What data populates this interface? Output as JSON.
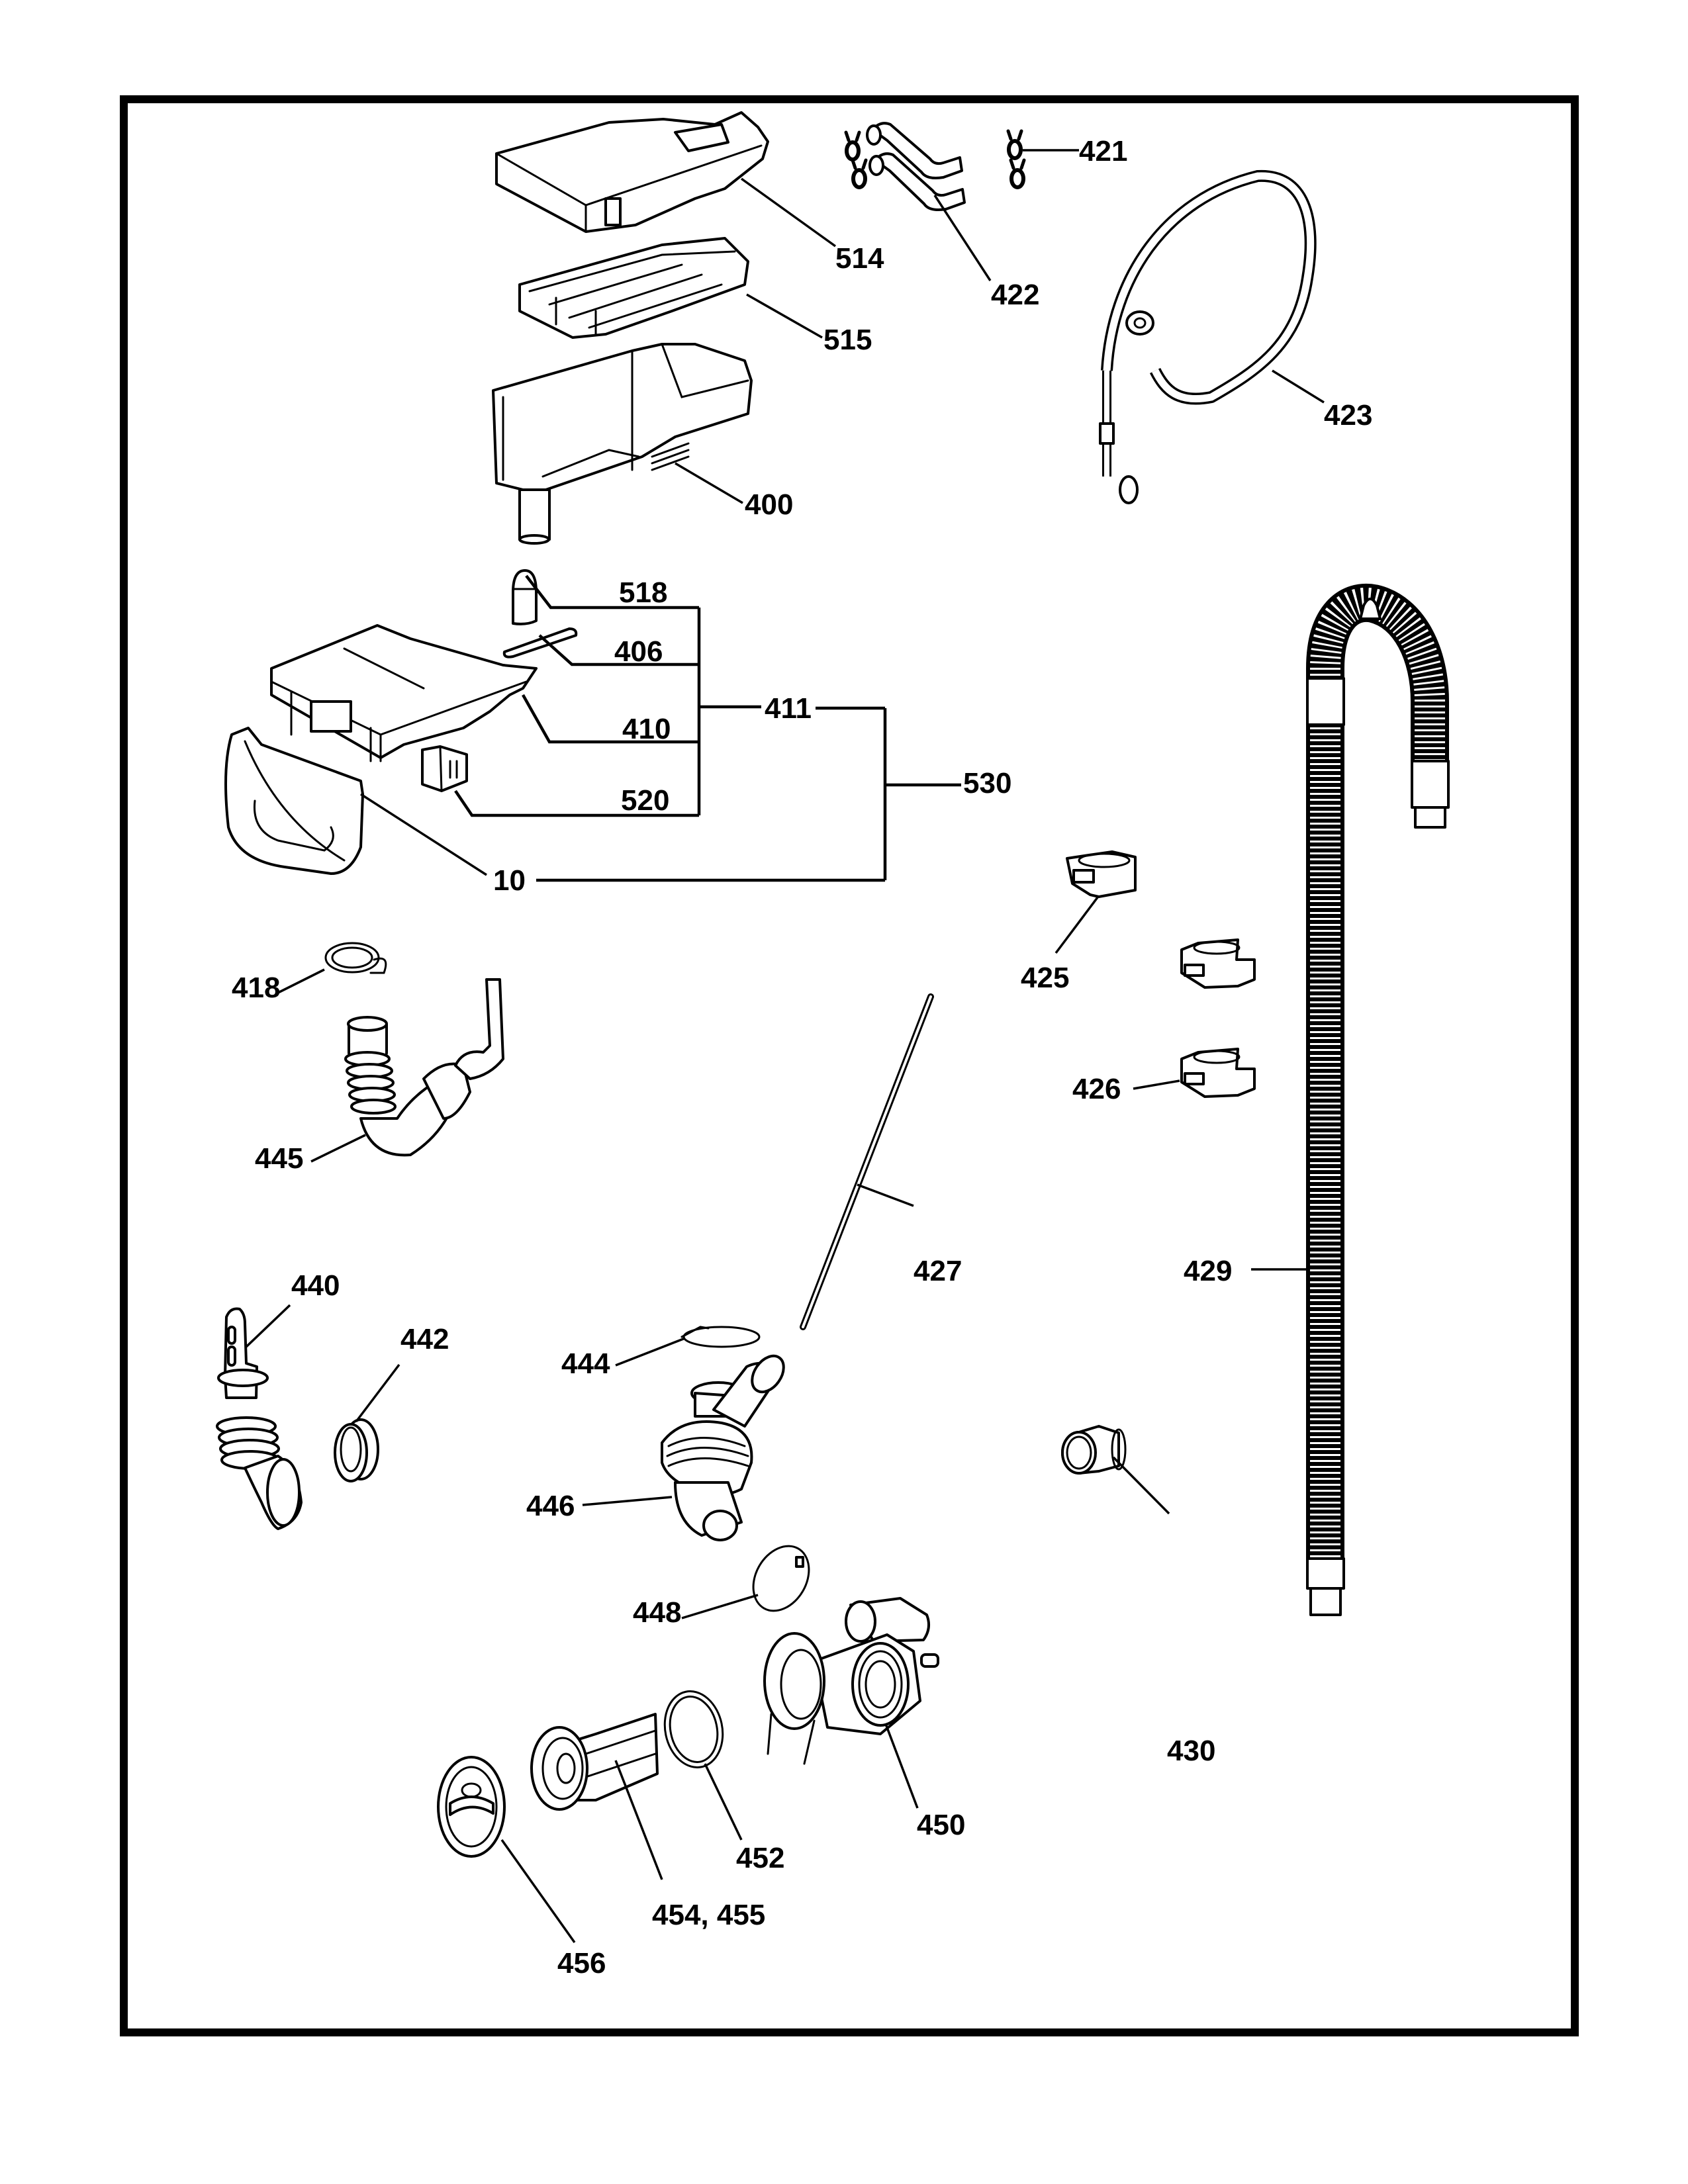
{
  "diagram": {
    "type": "exploded-parts-diagram",
    "subject": "washer detergent dispenser and drain system",
    "ink_color": "#000000",
    "background_color": "#ffffff",
    "parts": [
      {
        "id": "p514",
        "label": "514",
        "part": "dispenser-cover"
      },
      {
        "id": "p515",
        "label": "515",
        "part": "dispenser-distributor"
      },
      {
        "id": "p400",
        "label": "400",
        "part": "dispenser-housing"
      },
      {
        "id": "p421",
        "label": "421",
        "part": "hose-clamp"
      },
      {
        "id": "p422",
        "label": "422",
        "part": "inlet-hose-short"
      },
      {
        "id": "p423",
        "label": "423",
        "part": "inlet-hose-loop"
      },
      {
        "id": "p518",
        "label": "518",
        "part": "siphon-cap"
      },
      {
        "id": "p406",
        "label": "406",
        "part": "lever"
      },
      {
        "id": "p410",
        "label": "410",
        "part": "dispenser-drawer"
      },
      {
        "id": "p411",
        "label": "411",
        "part": "drawer-assembly"
      },
      {
        "id": "p520",
        "label": "520",
        "part": "siphon-insert"
      },
      {
        "id": "p530",
        "label": "530",
        "part": "drawer-complete-assembly"
      },
      {
        "id": "p10",
        "label": "10",
        "part": "drawer-handle-front"
      },
      {
        "id": "p418",
        "label": "418",
        "part": "spring-clamp"
      },
      {
        "id": "p445",
        "label": "445",
        "part": "bellows-hose-with-tube"
      },
      {
        "id": "p425",
        "label": "425",
        "part": "hose-clip"
      },
      {
        "id": "p426",
        "label": "426",
        "part": "hose-clip"
      },
      {
        "id": "p427",
        "label": "427",
        "part": "pressure-tube"
      },
      {
        "id": "p429",
        "label": "429",
        "part": "drain-hose"
      },
      {
        "id": "p440",
        "label": "440",
        "part": "bellows-hose"
      },
      {
        "id": "p442",
        "label": "442",
        "part": "grommet"
      },
      {
        "id": "p444",
        "label": "444",
        "part": "wire-clamp"
      },
      {
        "id": "p446",
        "label": "446",
        "part": "pump-hose"
      },
      {
        "id": "p448",
        "label": "448",
        "part": "clamp-ring"
      },
      {
        "id": "p430",
        "label": "430",
        "part": "hose-adapter"
      },
      {
        "id": "p450",
        "label": "450",
        "part": "drain-pump-housing"
      },
      {
        "id": "p452",
        "label": "452",
        "part": "o-ring"
      },
      {
        "id": "p454_455",
        "label": "454, 455",
        "part": "pump-filter"
      },
      {
        "id": "p456",
        "label": "456",
        "part": "filter-cap"
      }
    ]
  }
}
